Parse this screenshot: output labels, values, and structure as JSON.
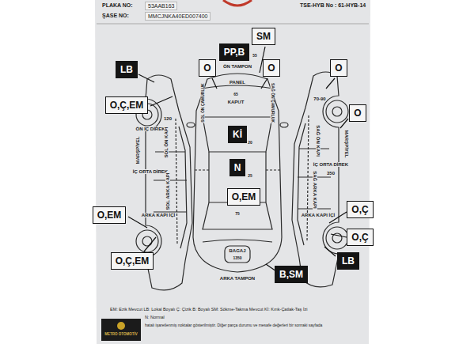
{
  "diagram": {
    "nodes": [
      {
        "text": [
          "SM"
        ]
      },
      {
        "text": [
          "PP,B"
        ]
      },
      {
        "text": [
          "LB"
        ]
      },
      {
        "text": [
          "O"
        ]
      },
      {
        "text": [
          "O"
        ]
      },
      {
        "text": [
          "O"
        ]
      },
      {
        "text": [
          "O,Ç,EM"
        ]
      },
      {
        "text": [
          "O"
        ]
      },
      {
        "text": [
          "Kİ"
        ]
      },
      {
        "text": [
          "N"
        ]
      },
      {
        "text": [
          "O,EM"
        ]
      },
      {
        "text": [
          "O,Ç"
        ]
      },
      {
        "text": [
          "O,EM"
        ]
      },
      {
        "text": [
          "O,Ç"
        ]
      },
      {
        "text": [
          "LB"
        ]
      },
      {
        "text": [
          "O,Ç,EM"
        ]
      },
      {
        "text": [
          "B,SM"
        ]
      }
    ],
    "labels": [
      "PLAKA NO:",
      "53AAB163",
      "ŞASE NO:",
      "MMCJNKA40ED007400",
      "TSE-HYB No : 61-HYB-14",
      "55",
      "ÖN TAMPON",
      "PANEL",
      "65",
      "KAPUT",
      "SOL ÖN ÇAMURLUK",
      "SAĞ ÖN ÇAMURLUK",
      "20",
      "25",
      "75",
      "BAGAJ",
      "1350",
      "ARKA TAMPON",
      "120",
      "ÖN İÇ DİREK",
      "SOL ÖN KAPI",
      "MARŞPİYEL",
      "İÇ ORTA DİREK",
      "SOL ARKA KAPI",
      "ARKA KAPI İÇİ",
      "70-90",
      "SAĞ ÖN KAPI",
      "MARŞPİYEL",
      "İÇ ORTA DİREK",
      "350",
      "SAĞ ARKA KAPI",
      "ARKA KAPI İÇİ",
      "EM: Ezik Mevcut LB: Lokal Boyalı Ç: Çizik B: Boyalı SM: Sökme-Takma Mevcut Kİ: Kırık-Çatlak-Taş İzi",
      "N: Normal",
      "hatalı işaretlenmiş noktalar gösterilmiştir. Diğer parça durumu ve mesafe değerleri bir sonraki sayfada",
      "METRO OTOMOTİV"
    ]
  }
}
